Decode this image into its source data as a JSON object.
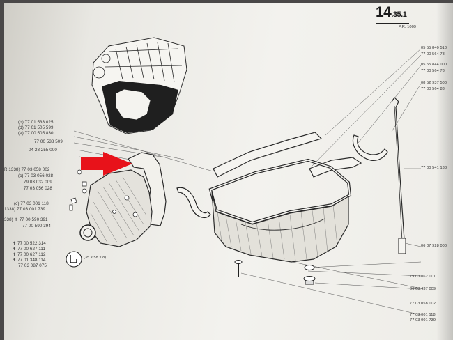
{
  "header": {
    "page_number_main": "14",
    "page_number_sub": ".35.1",
    "revision": "P.R. 1009"
  },
  "left_labels": [
    {
      "text": "(b) 77 01 533 025"
    },
    {
      "text": "(d) 77 01 505 599"
    },
    {
      "text": "(e) 77 00 505 830"
    },
    {
      "text": "04 28 255 000"
    },
    {
      "text": "77 00 538 509"
    },
    {
      "text": "R 1338) 77 03 058 002"
    },
    {
      "text": "(c) 77 03 056 028"
    },
    {
      "text": "79 03 032 009"
    },
    {
      "text": "77 03 056 028"
    },
    {
      "text": "(c) 77 03 001 118"
    },
    {
      "text": "1338) 77 03 001 739"
    },
    {
      "text": "338) ✝ 77 00 590 391"
    },
    {
      "text": "77 00 590 394"
    },
    {
      "text": "✝ 77 00 522 314"
    },
    {
      "text": "✝ 77 00 627 111"
    },
    {
      "text": "✝ 77 00 627 112"
    },
    {
      "text": "✝ 77 01 348 114"
    },
    {
      "text": "77 03 087 075"
    },
    {
      "text": "(35 × 58 × 8)"
    }
  ],
  "right_labels": [
    {
      "text": "05 55 840 510"
    },
    {
      "text": "77 00 564 78"
    },
    {
      "text": "05 55 844 000"
    },
    {
      "text": "77 00 564 78"
    },
    {
      "text": "08 52 937 500"
    },
    {
      "text": "77 00 564 83"
    },
    {
      "text": "77 00 541 138"
    },
    {
      "text": "06 07 928 000"
    },
    {
      "text": "79 03 062 001"
    },
    {
      "text": "06 08 437 009"
    },
    {
      "text": "77 03 058 002"
    },
    {
      "text": "77 03 001 118"
    },
    {
      "text": "77 03 001 739"
    }
  ],
  "colors": {
    "arrow": "#e8121a",
    "ink": "#2a2a2a",
    "paper": "#efeee9"
  }
}
